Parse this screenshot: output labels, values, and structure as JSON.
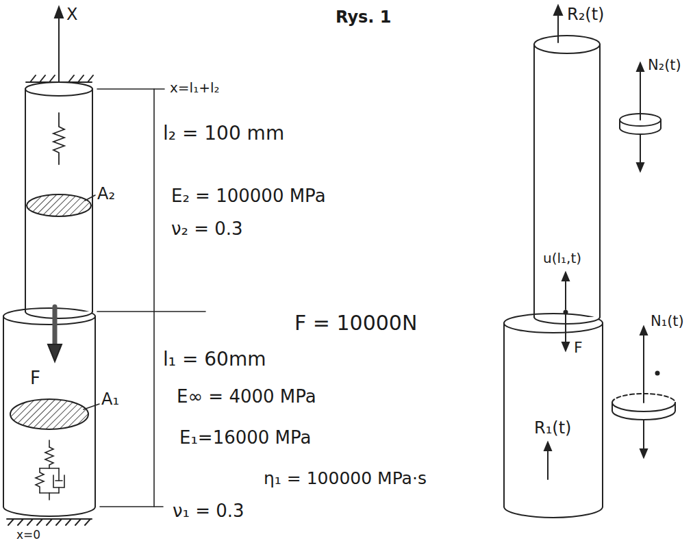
{
  "diagram": {
    "title": "Rys. 1",
    "labels": [
      "X",
      "x=l₁+l₂",
      "l₂ = 100 mm",
      "A₂",
      "E₂ = 100000 MPa",
      "ν₂ = 0.3",
      "F = 10000N",
      "F",
      "l₁ = 60mm",
      "A₁",
      "E∞ = 4000 MPa",
      "E₁=16000 MPa",
      "η₁ = 100000 MPa·s",
      "ν₁ = 0.3",
      "x=0",
      "R₂(t)",
      "N₂(t)",
      "u(l₁,t)",
      "F",
      "N₁(t)",
      "R₁(t)"
    ]
  }
}
